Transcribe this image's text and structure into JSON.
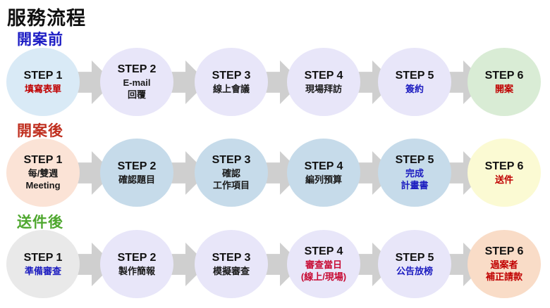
{
  "title": "服務流程",
  "arrow_color": "#cfcfcf",
  "sections": [
    {
      "header": "開案前",
      "header_color": "#1c1cc4",
      "steps": [
        {
          "step": "STEP 1",
          "sub": "填寫表單",
          "bg": "#d9eaf6",
          "sub_color": "#c00000"
        },
        {
          "step": "STEP 2",
          "sub": "E-mail\n回覆",
          "bg": "#e8e6f9",
          "sub_color": "#1a1a1a"
        },
        {
          "step": "STEP 3",
          "sub": "線上會議",
          "bg": "#e8e6f9",
          "sub_color": "#1a1a1a"
        },
        {
          "step": "STEP 4",
          "sub": "現場拜訪",
          "bg": "#e8e6f9",
          "sub_color": "#1a1a1a"
        },
        {
          "step": "STEP 5",
          "sub": "簽約",
          "bg": "#e8e6f9",
          "sub_color": "#1c1cc0"
        },
        {
          "step": "STEP 6",
          "sub": "開案",
          "bg": "#d9ecd5",
          "sub_color": "#c00000"
        }
      ]
    },
    {
      "header": "開案後",
      "header_color": "#c03020",
      "steps": [
        {
          "step": "STEP 1",
          "sub": "每/雙週\nMeeting",
          "bg": "#fbe3d6",
          "sub_color": "#1a1a1a"
        },
        {
          "step": "STEP 2",
          "sub": "確認題目",
          "bg": "#c6dbea",
          "sub_color": "#1a1a1a"
        },
        {
          "step": "STEP 3",
          "sub": "確認\n工作項目",
          "bg": "#c6dbea",
          "sub_color": "#1a1a1a"
        },
        {
          "step": "STEP 4",
          "sub": "編列預算",
          "bg": "#c6dbea",
          "sub_color": "#1a1a1a"
        },
        {
          "step": "STEP 5",
          "sub": "完成\n計畫書",
          "bg": "#c6dbea",
          "sub_color": "#1c1cc0"
        },
        {
          "step": "STEP 6",
          "sub": "送件",
          "bg": "#fbfad3",
          "sub_color": "#c00000"
        }
      ]
    },
    {
      "header": "送件後",
      "header_color": "#4ea72e",
      "steps": [
        {
          "step": "STEP 1",
          "sub": "準備審查",
          "bg": "#e9e9e9",
          "sub_color": "#1c1cc0"
        },
        {
          "step": "STEP 2",
          "sub": "製作簡報",
          "bg": "#e8e6f9",
          "sub_color": "#1a1a1a"
        },
        {
          "step": "STEP 3",
          "sub": "模擬審查",
          "bg": "#e8e6f9",
          "sub_color": "#1a1a1a"
        },
        {
          "step": "STEP 4",
          "sub": "審查當日\n(線上/現場)",
          "bg": "#e8e6f9",
          "sub_color": "#c70a33"
        },
        {
          "step": "STEP 5",
          "sub": "公告放榜",
          "bg": "#e8e6f9",
          "sub_color": "#1c1cc0"
        },
        {
          "step": "STEP 6",
          "sub": "過案者\n補正請款",
          "bg": "#f9dcc7",
          "sub_color": "#c00000"
        }
      ]
    }
  ]
}
